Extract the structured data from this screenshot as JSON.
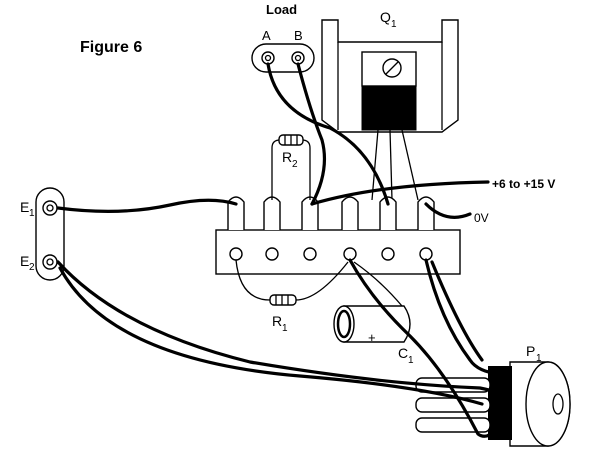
{
  "figure": {
    "title": "Figure 6"
  },
  "load": {
    "title": "Load",
    "term_a": "A",
    "term_b": "B"
  },
  "transistor": {
    "label": "Q",
    "sub": "1"
  },
  "supply": {
    "positive": "+6 to +15 V",
    "ground": "0V"
  },
  "electrodes": {
    "e1": "E",
    "e1_sub": "1",
    "e2": "E",
    "e2_sub": "2"
  },
  "resistors": {
    "r1": "R",
    "r1_sub": "1",
    "r2": "R",
    "r2_sub": "2"
  },
  "capacitor": {
    "label": "C",
    "sub": "1",
    "polarity": "+"
  },
  "potentiometer": {
    "label": "P",
    "sub": "1"
  },
  "colors": {
    "ink": "#000000",
    "background": "#ffffff"
  }
}
